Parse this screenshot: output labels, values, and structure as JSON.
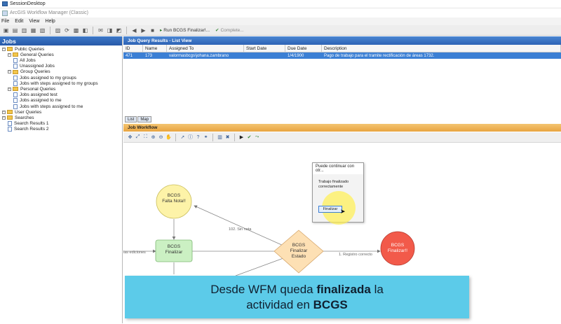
{
  "window": {
    "session_title": "SessionDesktop",
    "app_title": "ArcGIS Workflow Manager (Classic)"
  },
  "menu": [
    "File",
    "Edit",
    "View",
    "Help"
  ],
  "toolbar": {
    "run_label": "Run BCGS Finalizar!...",
    "complete_label": "Complete..."
  },
  "left_panel": {
    "header": "Jobs",
    "tree": [
      {
        "label": "Public Queries",
        "type": "folder",
        "level": 0
      },
      {
        "label": "General Queries",
        "type": "folder",
        "level": 1
      },
      {
        "label": "All Jobs",
        "type": "doc",
        "level": 2
      },
      {
        "label": "Unassigned Jobs",
        "type": "doc",
        "level": 2
      },
      {
        "label": "Group Queries",
        "type": "folder",
        "level": 1
      },
      {
        "label": "Jobs assigned to my groups",
        "type": "doc",
        "level": 2
      },
      {
        "label": "Jobs with steps assigned to my groups",
        "type": "doc",
        "level": 2
      },
      {
        "label": "Personal Queries",
        "type": "folder",
        "level": 1
      },
      {
        "label": "Jobs assigned test",
        "type": "doc",
        "level": 2
      },
      {
        "label": "Jobs assigned to me",
        "type": "doc",
        "level": 2
      },
      {
        "label": "Jobs with steps assigned to me",
        "type": "doc",
        "level": 2
      },
      {
        "label": "User Queries",
        "type": "folder",
        "level": 0
      },
      {
        "label": "Searches",
        "type": "folder",
        "level": 0
      },
      {
        "label": "Search Results 1",
        "type": "doc",
        "level": 1
      },
      {
        "label": "Search Results 2",
        "type": "doc",
        "level": 1
      }
    ]
  },
  "query_results": {
    "header": "Job Query Results - List View",
    "columns": [
      "ID",
      "Name",
      "Assigned To",
      "Start Date",
      "Due Date",
      "Description"
    ],
    "rows": [
      {
        "id": "471",
        "name": "173",
        "assigned_to": "valormasbcgs\\johana.zambrano",
        "start_date": "",
        "due_date": "1/4/1900",
        "description": "Pago de trabajo para el tramite rectificación de áreas 1732."
      }
    ]
  },
  "tabs": [
    "List",
    "Map"
  ],
  "workflow": {
    "header": "Job Workflow",
    "nodes": {
      "falta_nota": {
        "line1": "BCGS",
        "line2": "Falta Nota!!"
      },
      "finalizar_green": {
        "line1": "BCGS",
        "line2": "Finalizar"
      },
      "finalizar_estado": {
        "line1": "BCGS",
        "line2": "Finalizar",
        "line3": "Estado"
      },
      "finalizar_red": {
        "line1": "BCGS",
        "line2": "Finalizar!!"
      }
    },
    "edges": {
      "e102": "102. Sin nota",
      "e_registro": "1. Registro correcto",
      "e_ediciones": "las ediciones"
    }
  },
  "dialog": {
    "title": "Puede continuar con otr...",
    "message_line1": "Trabajo finalizado",
    "message_line2": "correctamente",
    "button": "Finalizar"
  },
  "caption": {
    "line1_pre": "Desde WFM queda ",
    "line1_bold": "finalizada",
    "line1_post": " la",
    "line2_pre": "actividad en ",
    "line2_bold": "BCGS"
  },
  "colors": {
    "accent_blue": "#2d62b5",
    "caption_bg": "#5ccbe9",
    "workflow_header": "#e8a440"
  }
}
